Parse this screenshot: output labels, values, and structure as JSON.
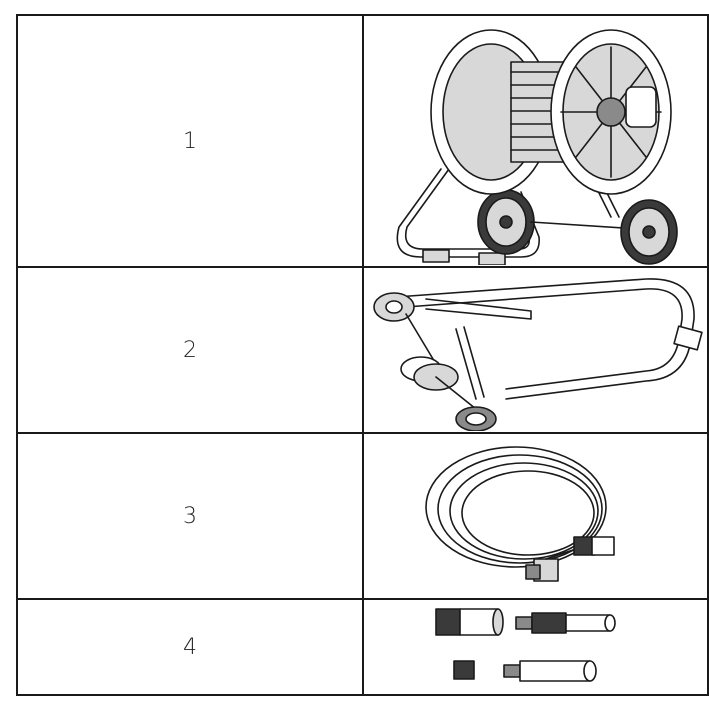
{
  "parts": [
    {
      "number": "1",
      "image_icon": "hose-reel-cart-icon"
    },
    {
      "number": "2",
      "image_icon": "reel-frame-icon"
    },
    {
      "number": "3",
      "image_icon": "coiled-hose-icon"
    },
    {
      "number": "4",
      "image_icon": "hose-connectors-nozzle-icon"
    }
  ]
}
